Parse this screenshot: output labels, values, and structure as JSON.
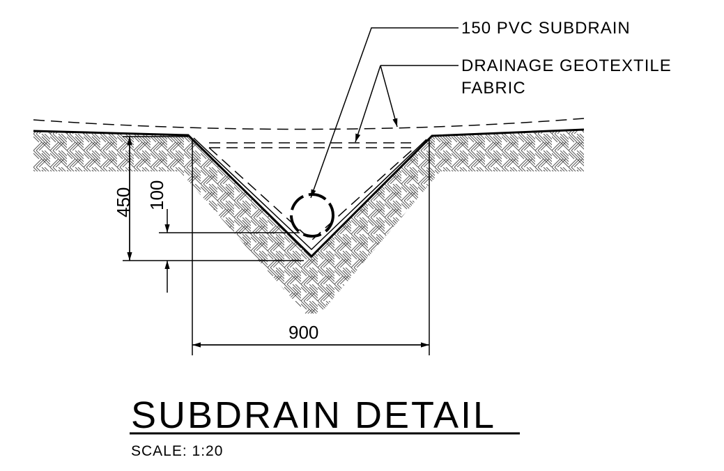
{
  "callouts": {
    "pipe": "150  PVC  SUBDRAIN",
    "fabric_line1": "DRAINAGE  GEOTEXTILE",
    "fabric_line2": "FABRIC"
  },
  "dimensions": {
    "depth": "450",
    "offset": "100",
    "width": "900"
  },
  "title": {
    "main": "SUBDRAIN  DETAIL",
    "scale": "SCALE:  1:20"
  },
  "colors": {
    "ink": "#000000",
    "hatch": "#555555",
    "background": "#ffffff"
  }
}
